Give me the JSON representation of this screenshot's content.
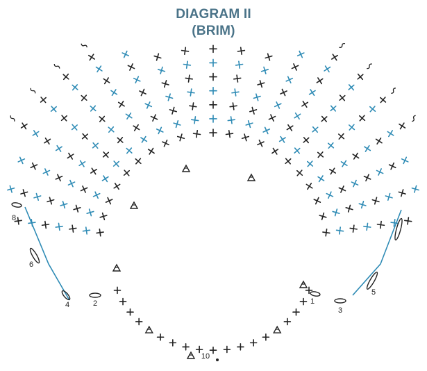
{
  "title": "DIAGRAM II",
  "subtitle": "(BRIM)",
  "row_labels": [
    "1",
    "2",
    "3",
    "4",
    "5",
    "6",
    "8",
    "10"
  ],
  "colors": {
    "title": "#4a7388",
    "stitch_dark": "#222222",
    "stitch_accent": "#2e8bb5"
  },
  "legend_symbols": [
    "sc-cross-stitch",
    "inc-triangle-stitch",
    "chain-oval",
    "slip-stitch-dot",
    "turning-tilde"
  ]
}
